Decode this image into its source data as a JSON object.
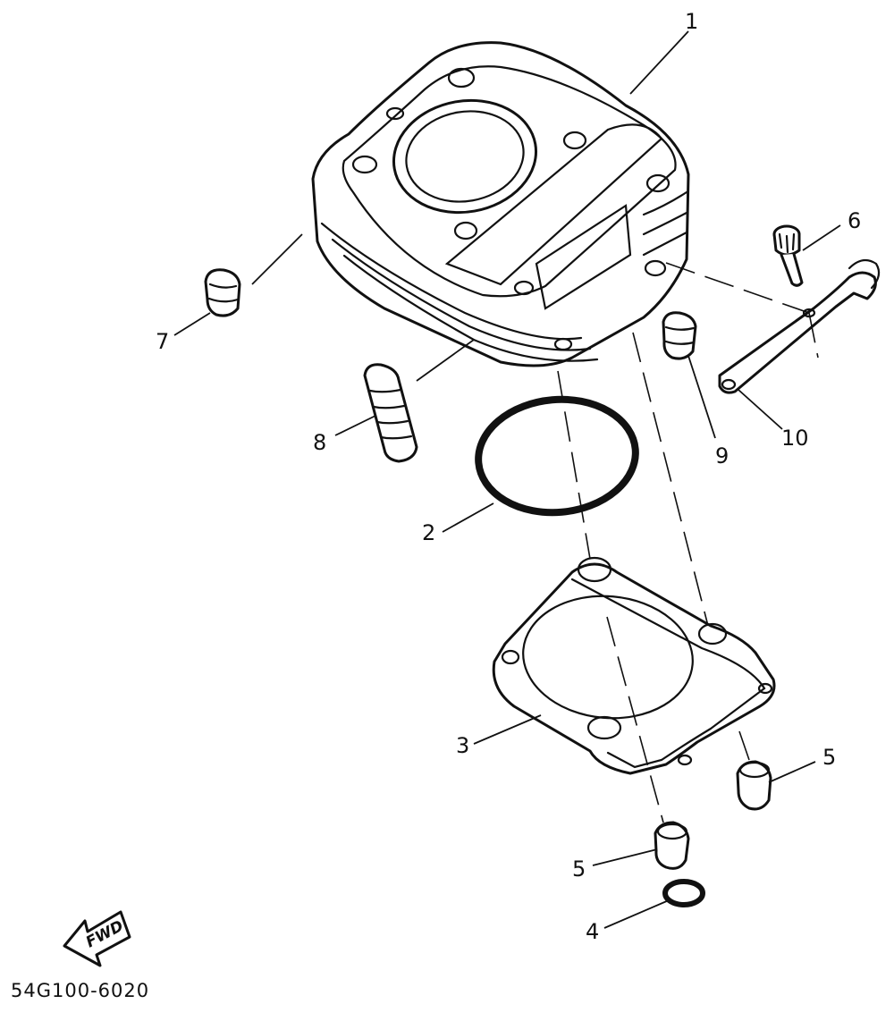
{
  "callouts": {
    "c1": "1",
    "c2": "2",
    "c3": "3",
    "c4": "4",
    "c5a": "5",
    "c5b": "5",
    "c6": "6",
    "c7": "7",
    "c8": "8",
    "c9": "9",
    "c10": "10"
  },
  "fwd_label": "FWD",
  "diagram_code": "54G100-6020"
}
